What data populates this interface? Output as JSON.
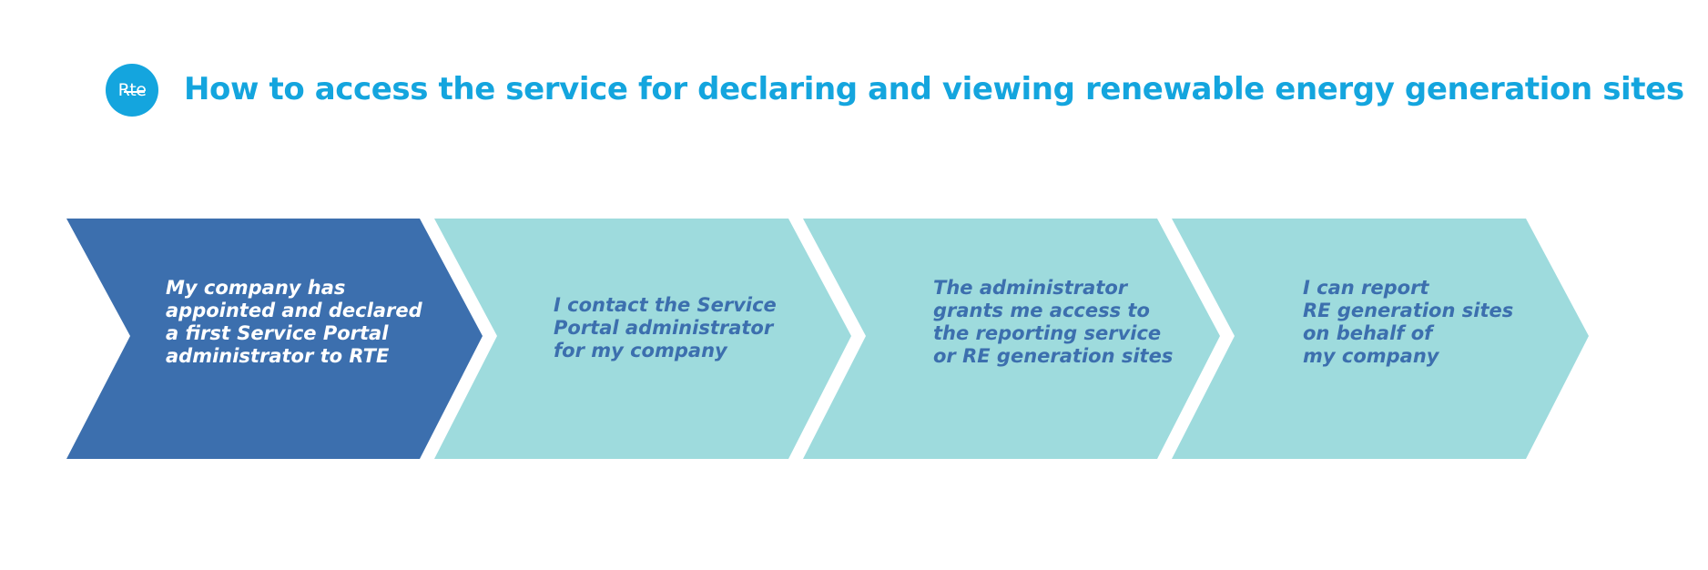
{
  "logo": {
    "text": "Rte"
  },
  "title": "How to access the service for declaring and viewing renewable energy generation sites",
  "colors": {
    "title": "#14a5de",
    "logo_bg": "#14a5de",
    "step_dark": "#3c6fae",
    "step_light": "#9edbdd",
    "text_on_dark": "#ffffff",
    "text_on_light": "#3c6fae"
  },
  "steps": [
    {
      "text": "My company has\nappointed and declared\na first Service Portal\nadministrator to RTE"
    },
    {
      "text": "I contact the Service\nPortal administrator\nfor my company"
    },
    {
      "text": "The administrator\ngrants me access to\nthe reporting service\nor RE generation sites"
    },
    {
      "text": "I can report\nRE generation sites\non behalf of\nmy company"
    }
  ]
}
